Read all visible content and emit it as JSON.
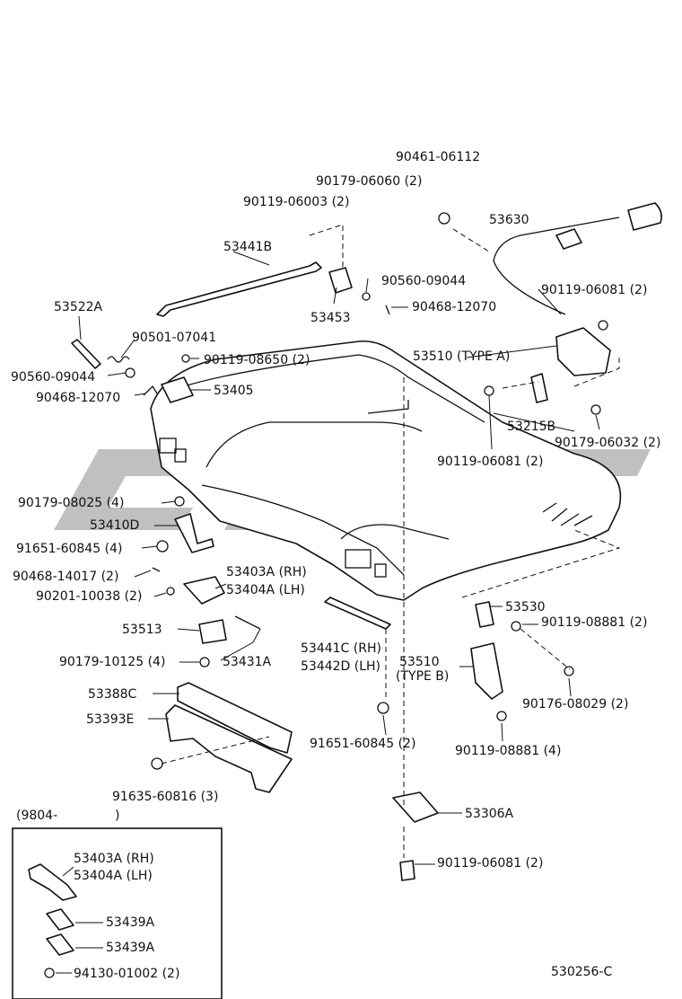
{
  "diagram_code": "530256-C",
  "inset": {
    "period_open": "(9804-",
    "period_close": ")"
  },
  "labels": {
    "p90461_06112": "90461-06112",
    "p90179_06060": "90179-06060 (2)",
    "p90119_06003": "90119-06003 (2)",
    "p53630": "53630",
    "p53441B": "53441B",
    "p90560_09044_top": "90560-09044",
    "p90119_06081_a": "90119-06081 (2)",
    "p90468_12070_top": "90468-12070",
    "p53453": "53453",
    "p53522A": "53522A",
    "p90501_07041": "90501-07041",
    "p53510_typeA": "53510 (TYPE A)",
    "p90560_09044_left": "90560-09044",
    "p90119_08650": "90119-08650 (2)",
    "p90468_12070_left": "90468-12070",
    "p53405": "53405",
    "p53215B": "53215B",
    "p90179_06032": "90179-06032 (2)",
    "p90119_06081_b": "90119-06081 (2)",
    "p90179_08025": "90179-08025 (4)",
    "p53410D": "53410D",
    "p91651_60845_a": "91651-60845 (4)",
    "p90468_14017": "90468-14017 (2)",
    "p53403A_rh": "53403A (RH)",
    "p90201_10038": "90201-10038 (2)",
    "p53404A_lh": "53404A (LH)",
    "p53530": "53530",
    "p90119_08881_a": "90119-08881 (2)",
    "p53513": "53513",
    "p53441C_rh": "53441C (RH)",
    "p90179_10125": "90179-10125 (4)",
    "p53431A": "53431A",
    "p53442D_lh": "53442D (LH)",
    "p53510_typeB": "53510",
    "p53510_typeB_sub": "(TYPE B)",
    "p53388C": "53388C",
    "p90176_08029": "90176-08029 (2)",
    "p53393E": "53393E",
    "p91651_60845_b": "91651-60845 (2)",
    "p90119_08881_b": "90119-08881 (4)",
    "p91635_60816": "91635-60816 (3)",
    "p53306A": "53306A",
    "p90119_06081_c": "90119-06081 (2)",
    "inset_53403A_rh": "53403A (RH)",
    "inset_53404A_lh": "53404A (LH)",
    "inset_53439A_1": "53439A",
    "inset_53439A_2": "53439A",
    "inset_94130_01002": "94130-01002 (2)"
  }
}
